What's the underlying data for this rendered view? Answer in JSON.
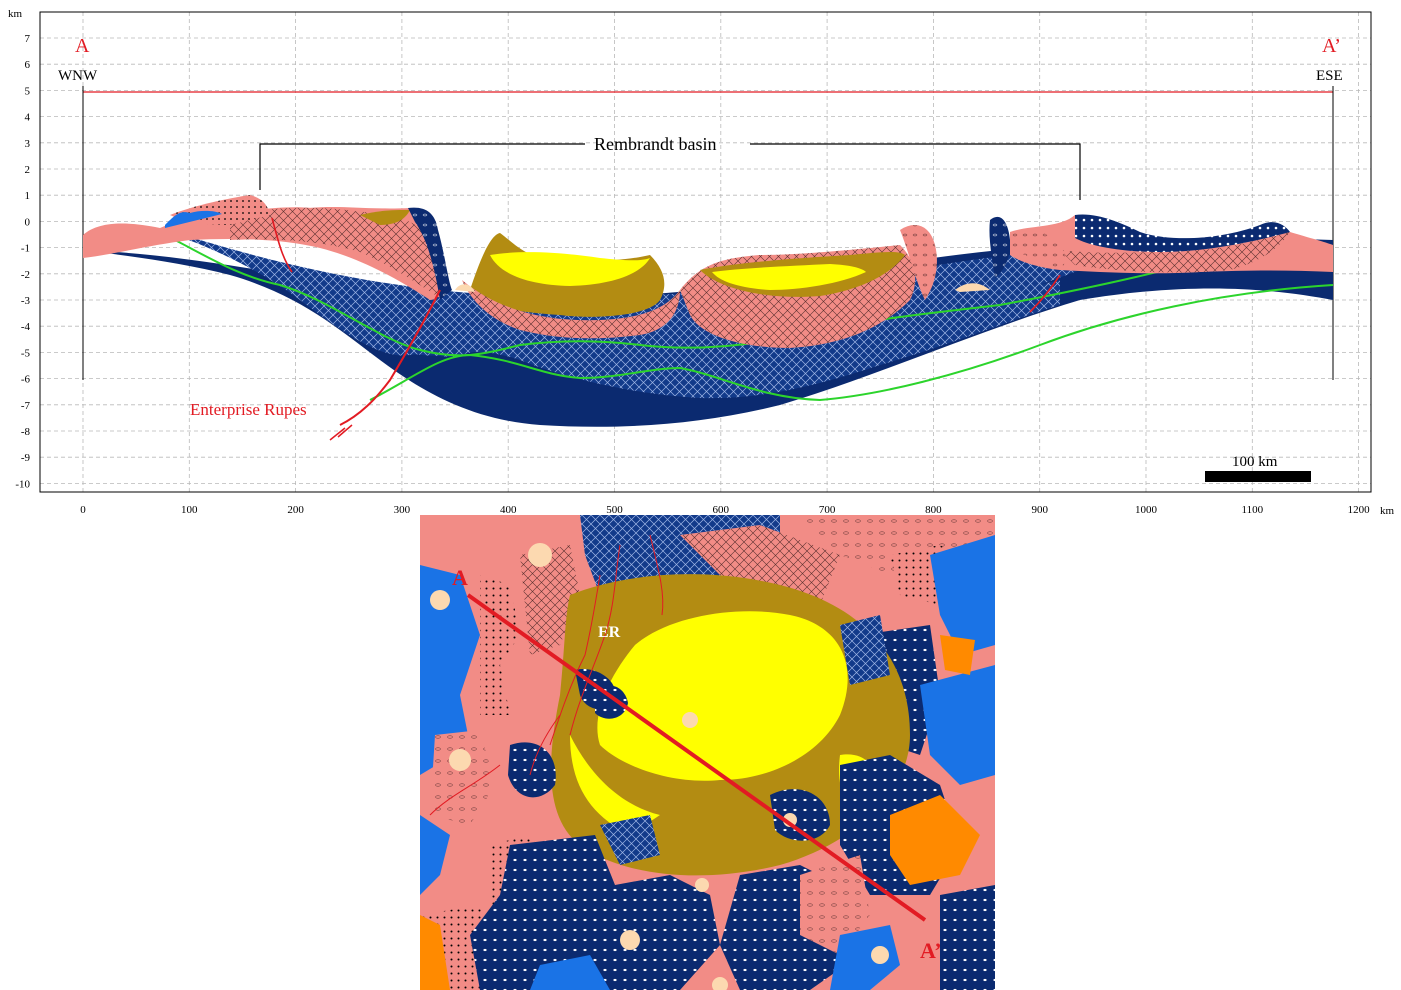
{
  "cross_section": {
    "y_unit": "km",
    "x_unit": "km",
    "y_ticks": [
      "7",
      "6",
      "5",
      "4",
      "3",
      "2",
      "1",
      "0",
      "-1",
      "-2",
      "-3",
      "-4",
      "-5",
      "-6",
      "-7",
      "-8",
      "-9",
      "-10"
    ],
    "x_ticks": [
      "0",
      "100",
      "200",
      "300",
      "400",
      "500",
      "600",
      "700",
      "800",
      "900",
      "1000",
      "1100",
      "1200"
    ],
    "start_label": "A",
    "end_label": "A’",
    "start_direction": "WNW",
    "end_direction": "ESE",
    "basin_label": "Rembrandt basin",
    "fault_label": "Enterprise Rupes",
    "scale_bar_label": "100 km"
  },
  "map": {
    "start_label": "A",
    "end_label": "A’",
    "fault_abbrev": "ER"
  },
  "colors": {
    "pink": "#f28c86",
    "navy": "#0b2a70",
    "yellow": "#ffff00",
    "olive": "#b38c12",
    "blue": "#1a73e6",
    "orange": "#ff8a00",
    "tan": "#fcd9b0",
    "red": "#e21b23",
    "green": "#2cd42c"
  }
}
